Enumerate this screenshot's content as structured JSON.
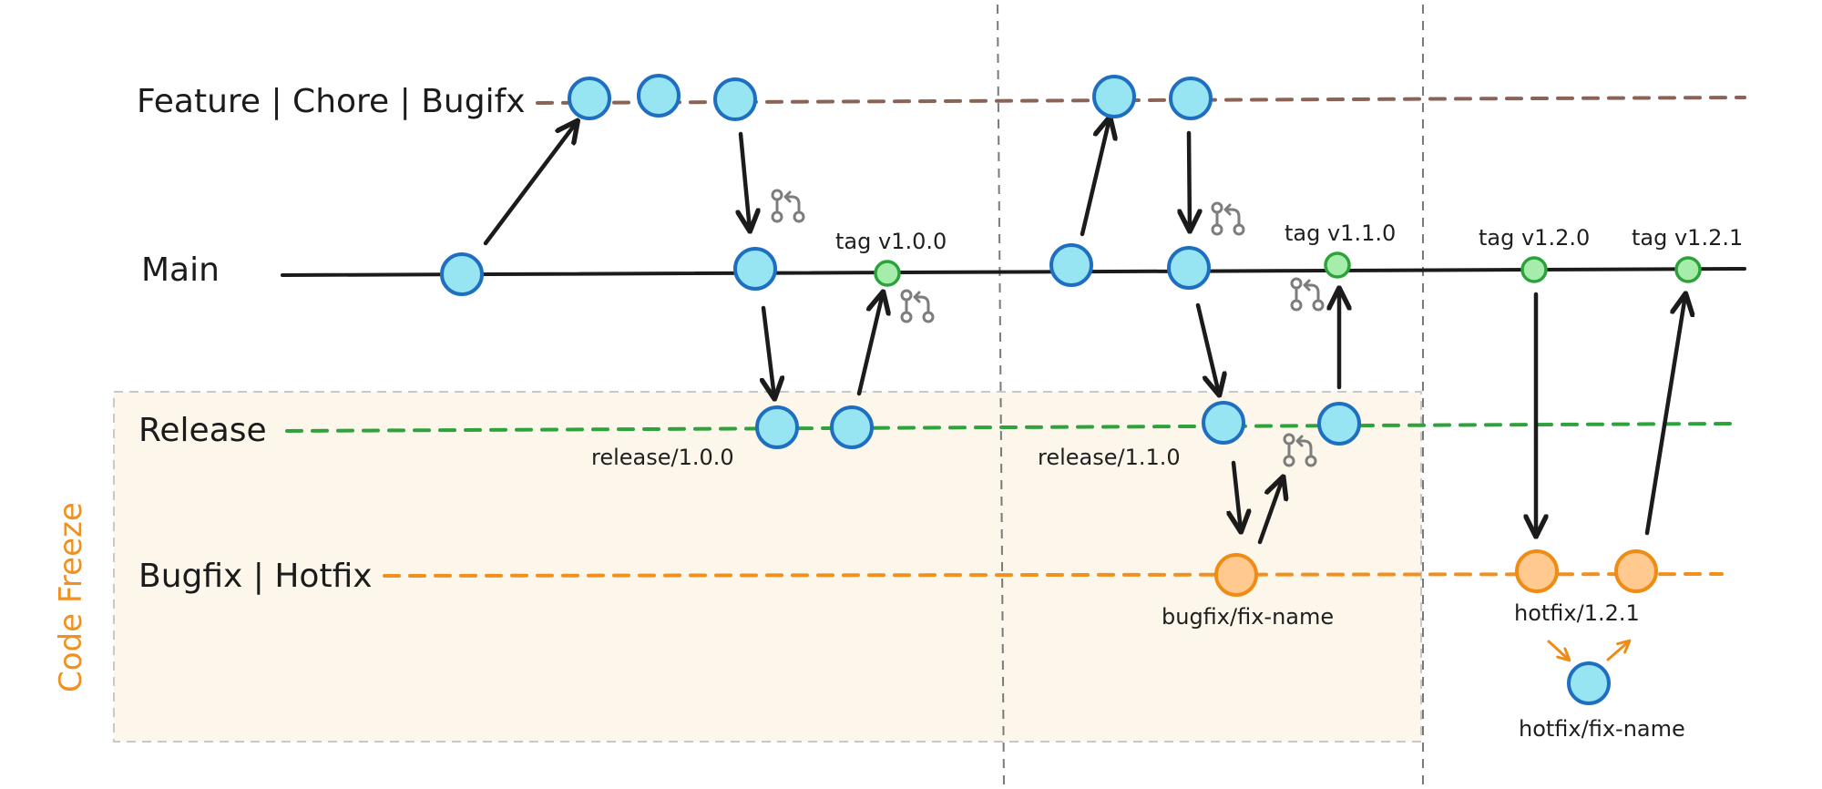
{
  "lanes": {
    "feature": "Feature | Chore | Bugifx",
    "main": "Main",
    "release": "Release",
    "bugfix": "Bugfix | Hotfix"
  },
  "code_freeze": "Code Freeze",
  "tags": {
    "v100": "tag v1.0.0",
    "v110": "tag v1.1.0",
    "v120": "tag v1.2.0",
    "v121": "tag v1.2.1"
  },
  "branches": {
    "release_100": "release/1.0.0",
    "release_110": "release/1.1.0",
    "bugfix_fix": "bugfix/fix-name",
    "hotfix_121": "hotfix/1.2.1",
    "hotfix_fix": "hotfix/fix-name"
  },
  "icons": {
    "merge_request": "pull-request-icon"
  },
  "colors": {
    "feature_line": "#8a6356",
    "main_line": "#1b1b1b",
    "release_line": "#2ea23b",
    "bugfix_line": "#f0901f",
    "commit_fill": "#97e4f2",
    "commit_stroke": "#1f6fc1",
    "tag_fill": "#a6ecaa",
    "hotfix_fill": "#ffc98f",
    "freeze_area": "#fdf6ea",
    "freeze_text": "#f0901f"
  }
}
